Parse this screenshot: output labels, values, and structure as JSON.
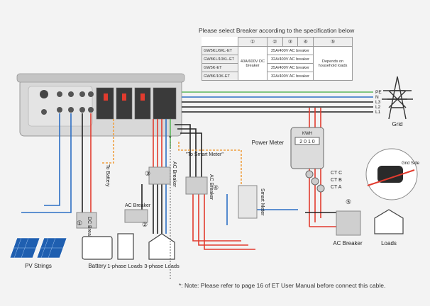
{
  "spec_table": {
    "title": "Please select Breaker according to the specification below",
    "headers": [
      "①",
      "②",
      "③",
      "④",
      "⑤"
    ],
    "rows": [
      {
        "model": "GW5KL/6KL-ET",
        "breaker": "25A/400V AC breaker"
      },
      {
        "model": "GW8KL/10KL-ET",
        "breaker": "32A/400V AC breaker"
      },
      {
        "model": "GW5K-ET",
        "breaker": "25A/400V AC breaker"
      },
      {
        "model": "GW8K/10K-ET",
        "breaker": "32A/400V AC breaker"
      }
    ],
    "col2_text": "40A/600V DC breaker",
    "col5_text": "Depends on household loads"
  },
  "labels": {
    "grid": "Grid",
    "grid_lines": [
      "PE",
      "N",
      "L3",
      "L2",
      "L1"
    ],
    "power_meter": "Power Meter",
    "meter_brand": "KWH",
    "meter_reading": "2 0 1 0",
    "ct_c": "CT C",
    "ct_b": "CT B",
    "ct_a": "CT A",
    "grid_side": "Grid Side",
    "to_smart_meter": "\"To Smart Meter\"",
    "to_battery": "To Battery",
    "ac_breaker_3": "AC Breaker",
    "ac_breaker_4": "AC Breaker",
    "smart_meter": "Smart Meter",
    "dc_breaker": "DC Breaker",
    "ac_breaker_2": "AC Breaker",
    "ac_breaker_5": "AC Breaker",
    "loads": "Loads",
    "pv_strings": "PV Strings",
    "battery": "Battery",
    "loads_1phase": "1-phase Loads",
    "loads_3phase": "3-phase Loads",
    "circle_1": "①",
    "circle_2": "②",
    "circle_3": "③",
    "circle_4": "④",
    "circle_5": "⑤",
    "asterisk": "*"
  },
  "note": "*: Note: Please refer to page 16 of ET User Manual before connect this cable.",
  "colors": {
    "red": "#e23b2e",
    "blue": "#2d6fc4",
    "green": "#5cb85c",
    "black": "#222222",
    "orange": "#f0a040",
    "grey": "#888888"
  }
}
